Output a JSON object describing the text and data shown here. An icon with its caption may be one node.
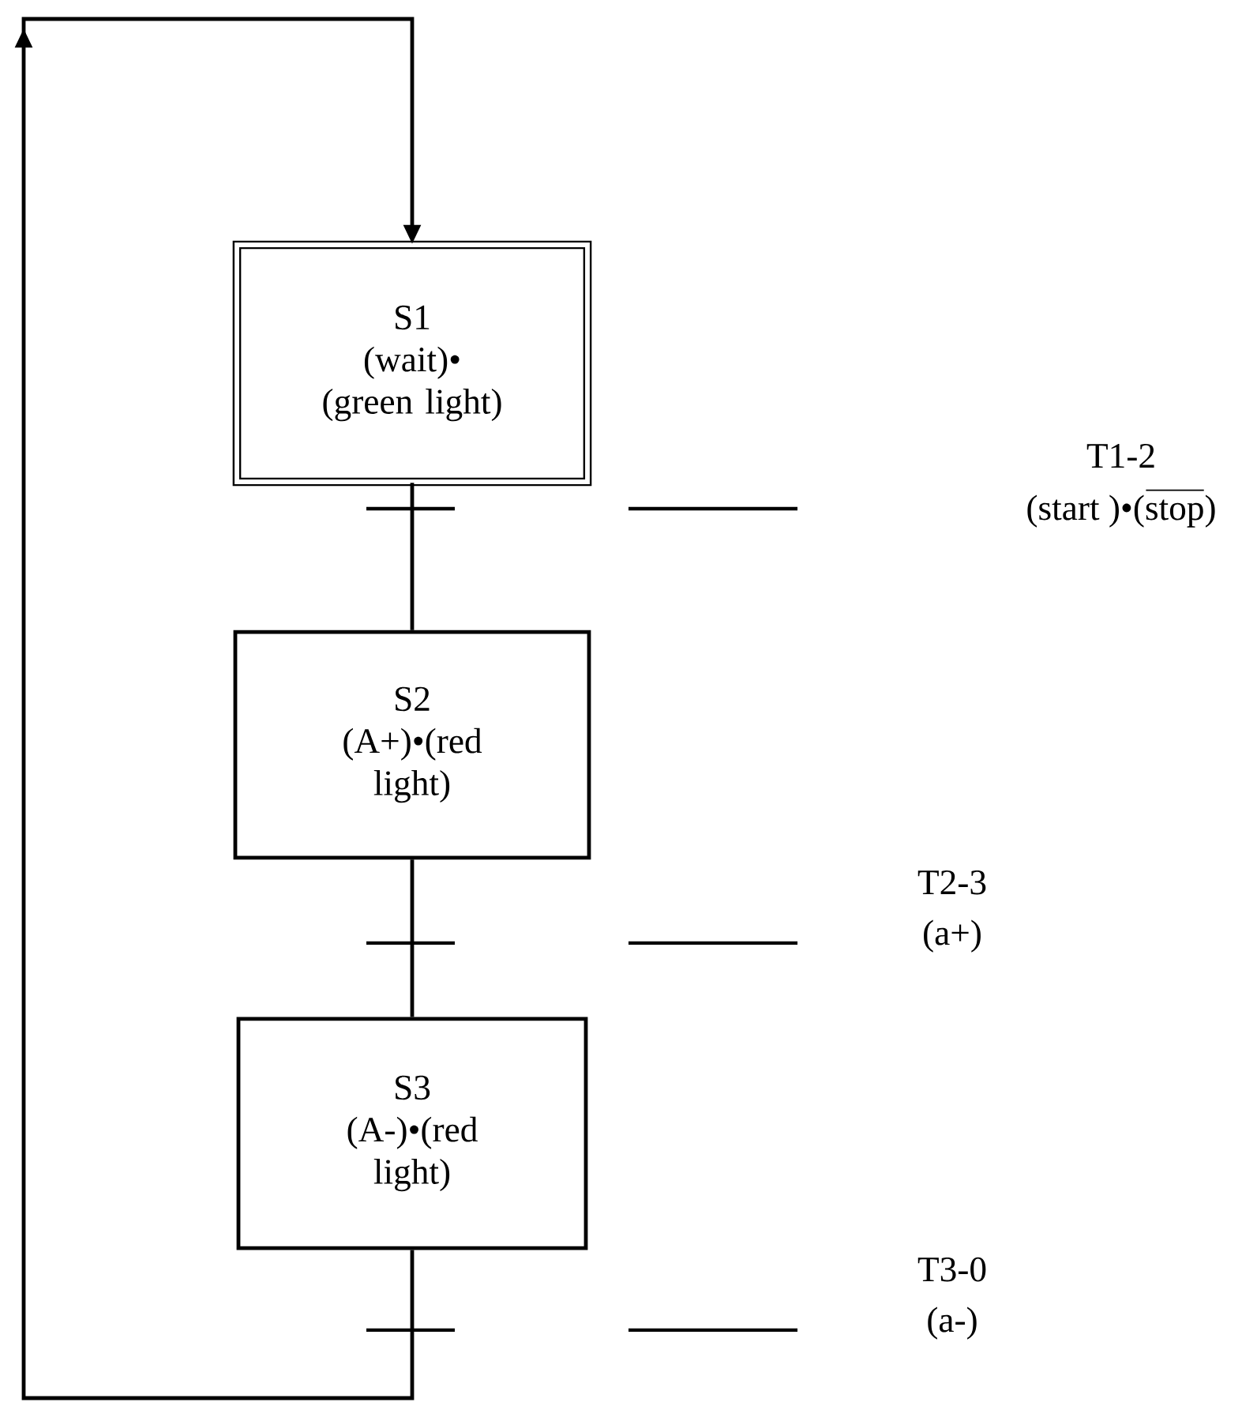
{
  "diagram": {
    "nodes": [
      {
        "text": [
          "S1",
          "(wait)•",
          "(green light)"
        ]
      },
      {
        "text": [
          "S2",
          "(A+)•(red light)"
        ]
      },
      {
        "text": [
          "S3",
          "(A-)•(red light)"
        ]
      }
    ],
    "edges": [
      {
        "from": 0,
        "to": 1,
        "arrow": "none"
      },
      {
        "from": 1,
        "to": 2,
        "arrow": "none"
      },
      {
        "from": 2,
        "to": 0,
        "arrow": "to"
      }
    ],
    "labels": [
      "T1-2",
      "(start )•(stop)",
      "T2-3",
      "(a+)",
      "T3-0",
      "(a-)"
    ]
  }
}
